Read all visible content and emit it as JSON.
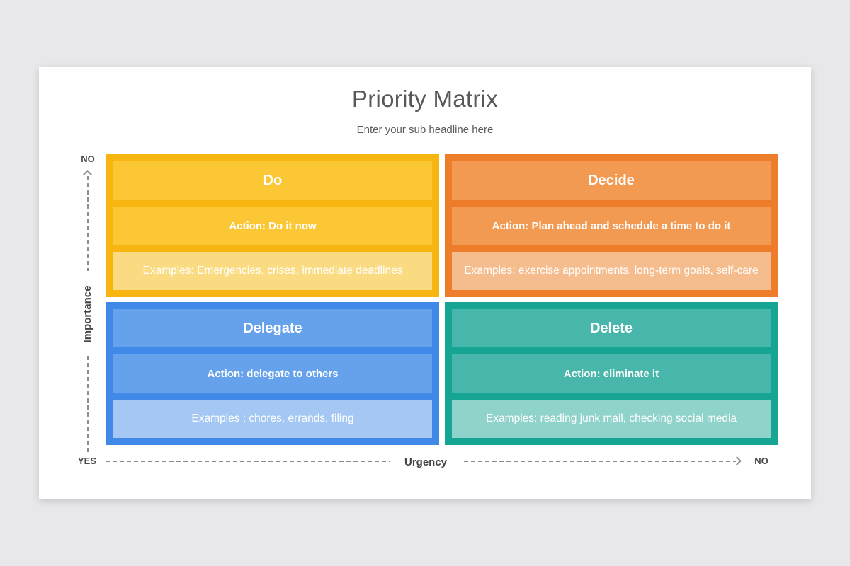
{
  "header": {
    "title": "Priority Matrix",
    "subtitle": "Enter your sub headline here"
  },
  "axes": {
    "importance_label": "Importance",
    "urgency_label": "Urgency",
    "importance_top": "NO",
    "importance_bottom": "YES",
    "urgency_left": "YES",
    "urgency_right": "NO"
  },
  "quadrants": [
    {
      "id": "do",
      "title": "Do",
      "action": "Action: Do it now",
      "examples": "Examples: Emergencies, crises, immediate deadlines",
      "colors": {
        "frame": "#F7B50F",
        "row": "#FCC734",
        "light": "#FADB82"
      }
    },
    {
      "id": "decide",
      "title": "Decide",
      "action": "Action: Plan ahead and schedule a time to do it",
      "examples": "Examples: exercise appointments, long-term goals, self-care",
      "colors": {
        "frame": "#EE7D2B",
        "row": "#F29A52",
        "light": "#F5BD8E"
      }
    },
    {
      "id": "delegate",
      "title": "Delegate",
      "action": "Action: delegate to others",
      "examples": "Examples : chores, errands, filing",
      "colors": {
        "frame": "#4189E8",
        "row": "#66A2EC",
        "light": "#A4C8F3"
      }
    },
    {
      "id": "delete",
      "title": "Delete",
      "action": "Action: eliminate it",
      "examples": "Examples: reading junk mail, checking social media",
      "colors": {
        "frame": "#16A493",
        "row": "#48B6AA",
        "light": "#8FD3CA"
      }
    }
  ]
}
